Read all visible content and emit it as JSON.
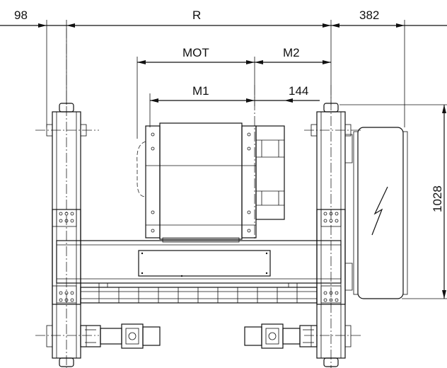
{
  "dimensions": {
    "left_offset": "98",
    "span": "R",
    "motor": "MOT",
    "m2": "M2",
    "m1": "M1",
    "offset_144": "144",
    "right_offset": "382",
    "height": "1028"
  }
}
